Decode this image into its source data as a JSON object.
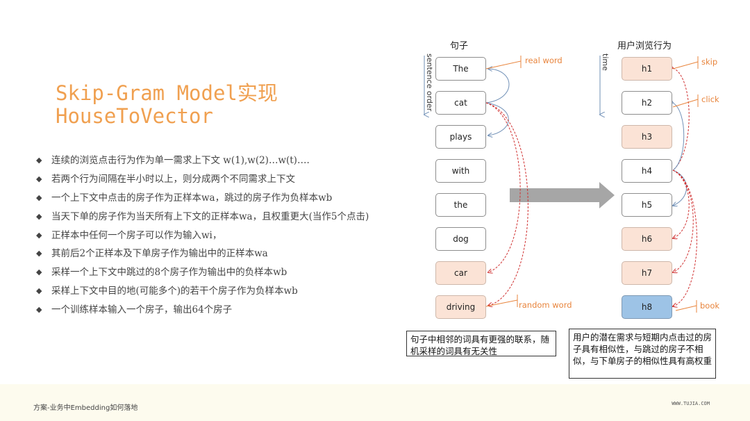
{
  "title": {
    "line1": "Skip-Gram Model实现",
    "line2": "HouseToVector"
  },
  "bullets": [
    "连续的浏览点击行为作为单一需求上下文  w(1),w(2)…w(t)….",
    "若两个行为间隔在半小时以上，则分成两个不同需求上下文",
    "一个上下文中点击的房子作为正样本wa，跳过的房子作为负样本wb",
    "当天下单的房子作为当天所有上下文的正样本wa，且权重更大(当作5个点击)",
    "正样本中任何一个房子可以作为输入wi，",
    "其前后2个正样本及下单房子作为输出中的正样本wa",
    "采样一个上下文中跳过的8个房子作为输出中的负样本wb",
    "采样上下文中目的地(可能多个)的若干个房子作为负样本wb",
    "一个训练样本输入一个房子，输出64个房子"
  ],
  "sentence": {
    "header": "句子",
    "axis_label": "sentence order",
    "words": [
      "The",
      "cat",
      "plays",
      "with",
      "the",
      "dog",
      "car",
      "driving"
    ],
    "label_real": "real word",
    "label_random": "random word",
    "note": "句子中相邻的词具有更强的联系，随机采样的词具有无关性"
  },
  "behavior": {
    "header": "用户浏览行为",
    "axis_label": "time",
    "houses": [
      "h1",
      "h2",
      "h3",
      "h4",
      "h5",
      "h6",
      "h7",
      "h8"
    ],
    "label_skip": "skip",
    "label_click": "click",
    "label_book": "book",
    "note": "用户的潜在需求与短期内点击过的房子具有相似性，与跳过的房子不相似，与下单房子的相似性具有高权重"
  },
  "footer": {
    "left": "方案-业务中Embedding如何落地",
    "right": "WWW.TUJIA.COM"
  },
  "colors": {
    "title": "#f0a050",
    "negative_fill": "#fbe3d6",
    "book_fill": "#9dc3e6",
    "positive_arc": "#6f8fb6",
    "negative_arc": "#d03030",
    "arrow": "#a6a6a6"
  }
}
